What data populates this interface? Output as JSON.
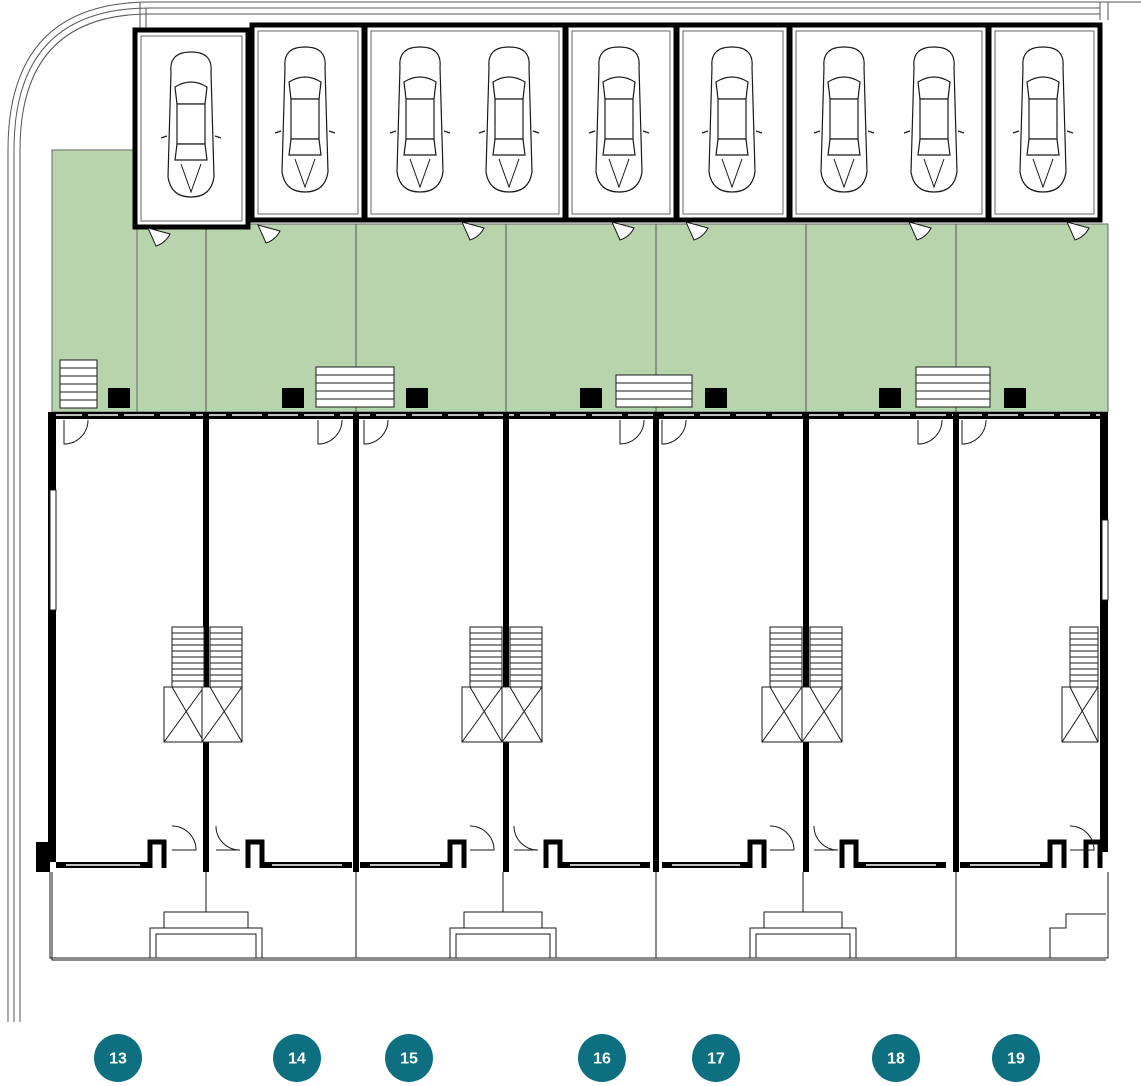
{
  "colors": {
    "background": "#ffffff",
    "garden": "#b8d4ad",
    "wall": "#000000",
    "line": "#1a1a1a",
    "badge": "#0d6f7f",
    "badge_text": "#ffffff"
  },
  "units": [
    {
      "label": "13"
    },
    {
      "label": "14"
    },
    {
      "label": "15"
    },
    {
      "label": "16"
    },
    {
      "label": "17"
    },
    {
      "label": "18"
    },
    {
      "label": "19"
    }
  ]
}
